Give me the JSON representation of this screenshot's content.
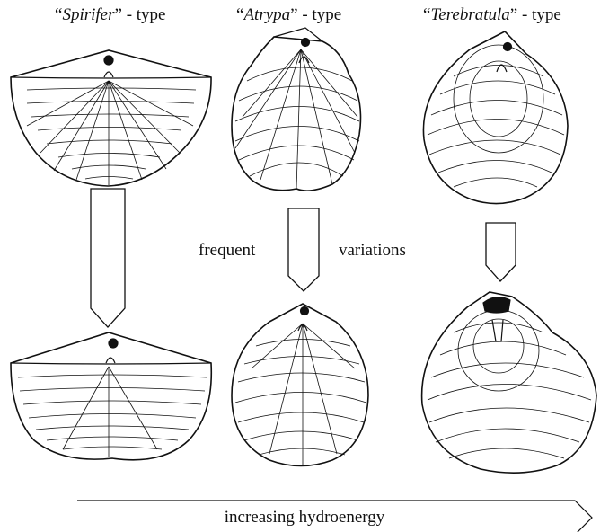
{
  "columns": [
    {
      "name_italic": "Spirifer",
      "suffix": " - type"
    },
    {
      "name_italic": "Atrypa",
      "suffix": " - type"
    },
    {
      "name_italic": "Terebratula",
      "suffix": " - type"
    }
  ],
  "quote_open": "“",
  "quote_close": "”",
  "middle_label_left": "frequent",
  "middle_label_right": "variations",
  "bottom_arrow_label": "increasing hydroenergy",
  "ink_color": "#111111",
  "background_color": "#ffffff"
}
